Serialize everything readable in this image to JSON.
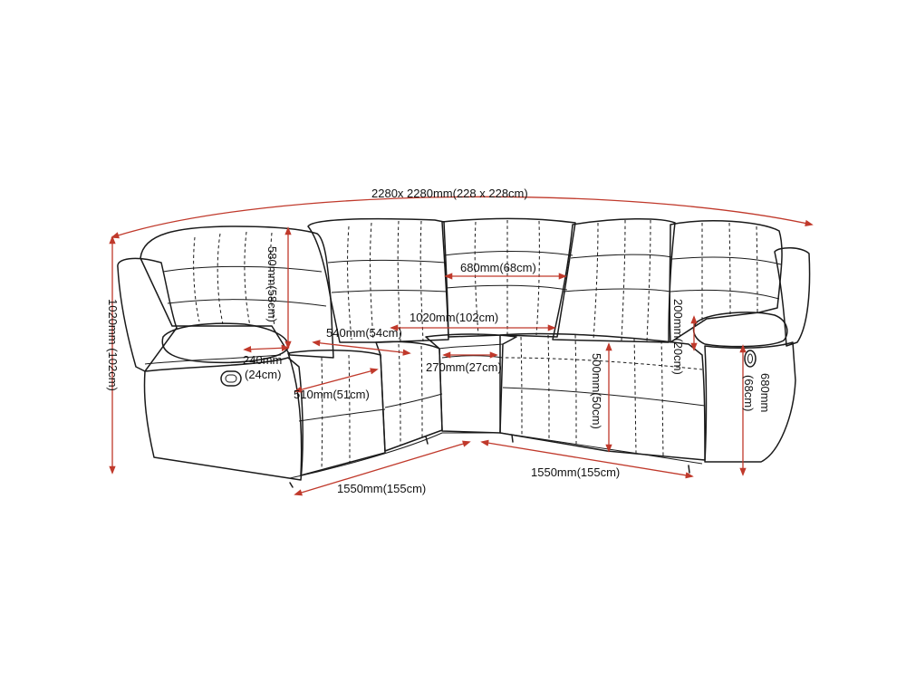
{
  "diagram": {
    "colors": {
      "dimension": "#c0392b",
      "outline": "#1a1a1a",
      "background": "#ffffff"
    },
    "dimensions": {
      "overall": "2280x 2280mm(228 x 228cm)",
      "total_height": "1020mm (102cm)",
      "back_height": "580mm(58cm)",
      "seat_depth": "540mm(54cm)",
      "arm_width_mm": "240mm",
      "arm_width_cm": "(24cm)",
      "seat_width": "510mm(51cm)",
      "corner_back_width": "680mm(68cm)",
      "corner_depth": "1020mm(102cm)",
      "corner_seat_width": "270mm(27cm)",
      "seat_height": "500mm(50cm)",
      "arm_pad_height": "200mm(20cm)",
      "arm_height_mm": "680mm",
      "arm_height_cm": "(68cm)",
      "left_length": "1550mm(155cm)",
      "right_length": "1550mm(155cm)"
    }
  }
}
